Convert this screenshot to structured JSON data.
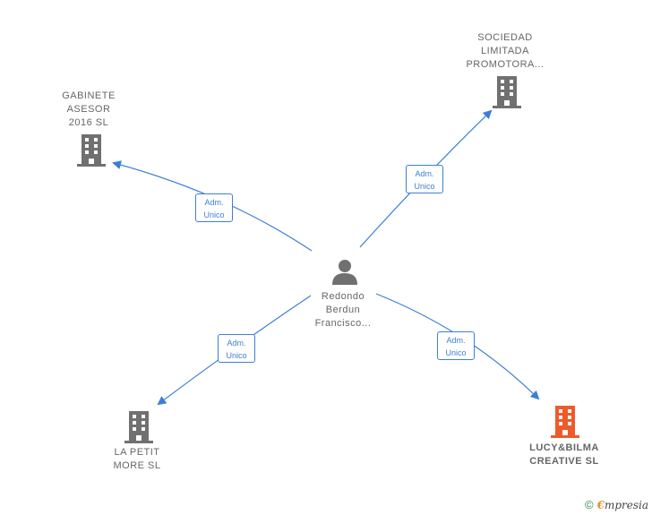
{
  "colors": {
    "edge": "#3d7fd6",
    "building": "#707070",
    "building_highlight": "#f05a2a",
    "person": "#707070"
  },
  "center": {
    "icon": "person-icon",
    "lines": [
      "Redondo",
      "Berdun",
      "Francisco..."
    ]
  },
  "companies": [
    {
      "lines": [
        "GABINETE",
        "ASESOR",
        "2016  SL"
      ],
      "icon": "building-icon",
      "highlight": false,
      "role": [
        "Adm.",
        "Unico"
      ]
    },
    {
      "lines": [
        "SOCIEDAD",
        "LIMITADA",
        "PROMOTORA..."
      ],
      "icon": "building-icon",
      "highlight": false,
      "role": [
        "Adm.",
        "Unico"
      ]
    },
    {
      "lines": [
        "LA PETIT",
        "MORE  SL"
      ],
      "icon": "building-icon",
      "highlight": false,
      "role": [
        "Adm.",
        "Unico"
      ]
    },
    {
      "lines": [
        "LUCY&BILMA",
        "CREATIVE  SL"
      ],
      "icon": "building-icon",
      "highlight": true,
      "role": [
        "Adm.",
        "Unico"
      ]
    }
  ],
  "footer": {
    "copyright": "©",
    "brand_first": "€",
    "brand_rest": "mpresia"
  }
}
